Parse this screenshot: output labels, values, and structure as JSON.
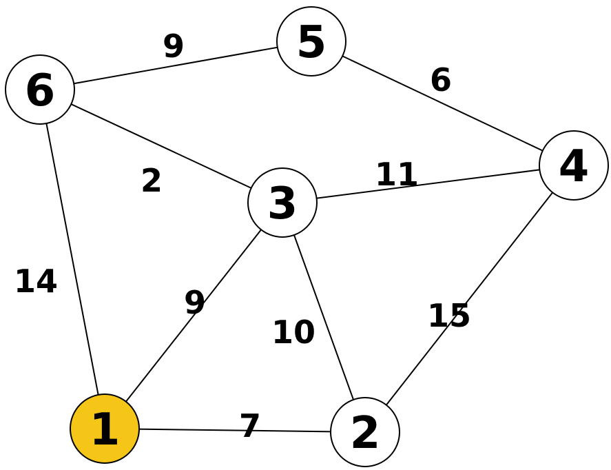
{
  "graph": {
    "nodes": [
      {
        "id": "1",
        "label": "1",
        "fill": "#F5C518"
      },
      {
        "id": "2",
        "label": "2",
        "fill": "#FFFFFF"
      },
      {
        "id": "3",
        "label": "3",
        "fill": "#FFFFFF"
      },
      {
        "id": "4",
        "label": "4",
        "fill": "#FFFFFF"
      },
      {
        "id": "5",
        "label": "5",
        "fill": "#FFFFFF"
      },
      {
        "id": "6",
        "label": "6",
        "fill": "#FFFFFF"
      }
    ],
    "edges": [
      {
        "from": "6",
        "to": "5",
        "weight": "9"
      },
      {
        "from": "5",
        "to": "4",
        "weight": "6"
      },
      {
        "from": "6",
        "to": "3",
        "weight": "2"
      },
      {
        "from": "3",
        "to": "4",
        "weight": "11"
      },
      {
        "from": "6",
        "to": "1",
        "weight": "14"
      },
      {
        "from": "1",
        "to": "3",
        "weight": "9"
      },
      {
        "from": "3",
        "to": "2",
        "weight": "10"
      },
      {
        "from": "4",
        "to": "2",
        "weight": "15"
      },
      {
        "from": "1",
        "to": "2",
        "weight": "7"
      }
    ]
  }
}
